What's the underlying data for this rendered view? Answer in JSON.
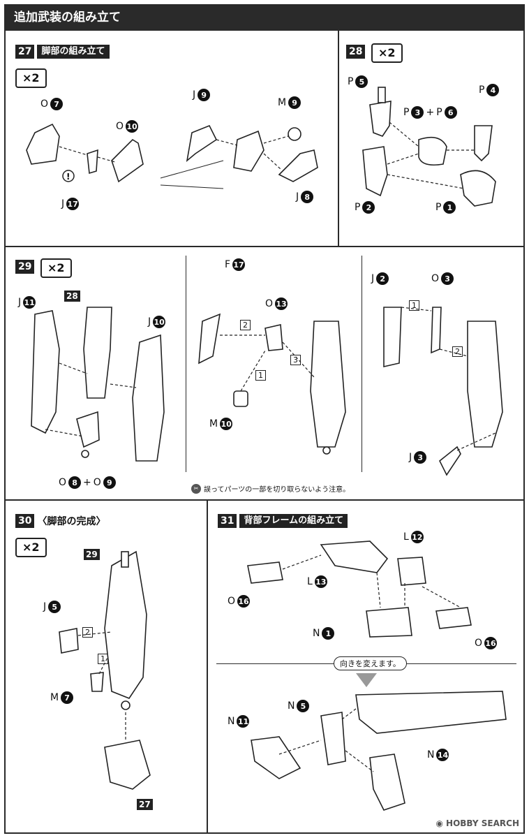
{
  "header": {
    "title": "追加武装の組み立て"
  },
  "steps": {
    "s27": {
      "num": "27",
      "title": "脚部の組み立て",
      "qty": "×2"
    },
    "s28": {
      "num": "28",
      "qty": "×2"
    },
    "s29": {
      "num": "29",
      "qty": "×2"
    },
    "s30": {
      "num": "30",
      "title": "〈脚部の完成〉",
      "qty": "×2"
    },
    "s31": {
      "num": "31",
      "title": "背部フレームの組み立て"
    }
  },
  "labels": {
    "s27": {
      "o7": {
        "l": "O",
        "n": "7"
      },
      "o10": {
        "l": "O",
        "n": "10"
      },
      "j17": {
        "l": "J",
        "n": "17"
      },
      "j9": {
        "l": "J",
        "n": "9"
      },
      "m9": {
        "l": "M",
        "n": "9"
      },
      "j8": {
        "l": "J",
        "n": "8"
      }
    },
    "s28": {
      "p5": {
        "l": "P",
        "n": "5"
      },
      "p4": {
        "l": "P",
        "n": "4"
      },
      "p3": {
        "l": "P",
        "n": "3"
      },
      "plus": "+",
      "p6": {
        "l": "P",
        "n": "6"
      },
      "p2": {
        "l": "P",
        "n": "2"
      },
      "p1": {
        "l": "P",
        "n": "1"
      }
    },
    "s29": {
      "j11": {
        "l": "J",
        "n": "11"
      },
      "ref28": "28",
      "j10": {
        "l": "J",
        "n": "10"
      },
      "o8": {
        "l": "O",
        "n": "8"
      },
      "plus": "+",
      "o9": {
        "l": "O",
        "n": "9"
      },
      "f17": {
        "l": "F",
        "n": "17"
      },
      "o13": {
        "l": "O",
        "n": "13"
      },
      "m10": {
        "l": "M",
        "n": "10"
      },
      "j2": {
        "l": "J",
        "n": "2"
      },
      "o3": {
        "l": "O",
        "n": "3"
      },
      "j3": {
        "l": "J",
        "n": "3"
      },
      "b1a": "1",
      "b2a": "2",
      "b3a": "3",
      "b1b": "1",
      "b2b": "2",
      "note": "誤ってパーツの一部を切り取らないよう注意。"
    },
    "s30": {
      "ref29": "29",
      "j5": {
        "l": "J",
        "n": "5"
      },
      "m7": {
        "l": "M",
        "n": "7"
      },
      "ref27": "27",
      "b1": "1",
      "b2": "2"
    },
    "s31": {
      "l12": {
        "l": "L",
        "n": "12"
      },
      "l13": {
        "l": "L",
        "n": "13"
      },
      "o16a": {
        "l": "O",
        "n": "16"
      },
      "o16b": {
        "l": "O",
        "n": "16"
      },
      "n1": {
        "l": "N",
        "n": "1"
      },
      "turn": "向きを変えます。",
      "n5": {
        "l": "N",
        "n": "5"
      },
      "n11": {
        "l": "N",
        "n": "11"
      },
      "n14": {
        "l": "N",
        "n": "14"
      }
    }
  },
  "watermark": "HOBBY SEARCH",
  "colors": {
    "ink": "#222222",
    "paper": "#ffffff",
    "shade": "#cfcfcf"
  }
}
